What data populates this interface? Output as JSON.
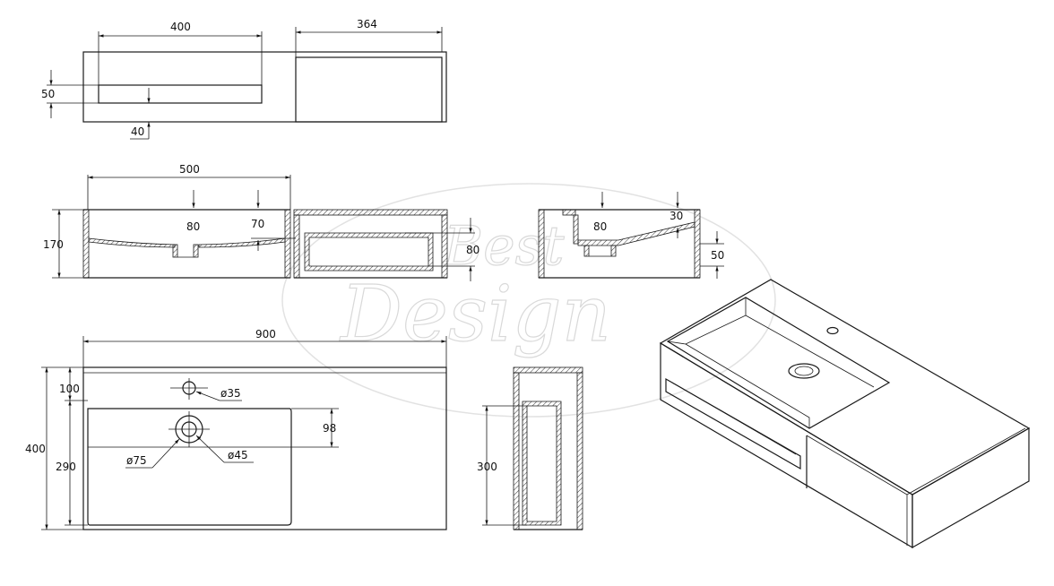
{
  "watermark": {
    "line1": "Best",
    "line2": "Design"
  },
  "top_view": {
    "dim_width_left": "400",
    "dim_width_right": "364",
    "dim_height": "50",
    "dim_offset": "40"
  },
  "front_section": {
    "dim_width": "500",
    "dim_depth_a": "80",
    "dim_depth_b": "70",
    "dim_height": "170",
    "dim_shelf": "80"
  },
  "side_section": {
    "dim_depth": "80",
    "dim_top": "30",
    "dim_height": "50"
  },
  "plan_view": {
    "dim_width": "900",
    "dim_top_margin": "100",
    "dim_total_depth": "400",
    "dim_basin_depth": "290",
    "dim_drain_offset": "98",
    "dia_tap": "ø35",
    "dia_drain_outer": "ø75",
    "dia_drain_inner": "ø45"
  },
  "shelf_section": {
    "dim_height": "300"
  }
}
